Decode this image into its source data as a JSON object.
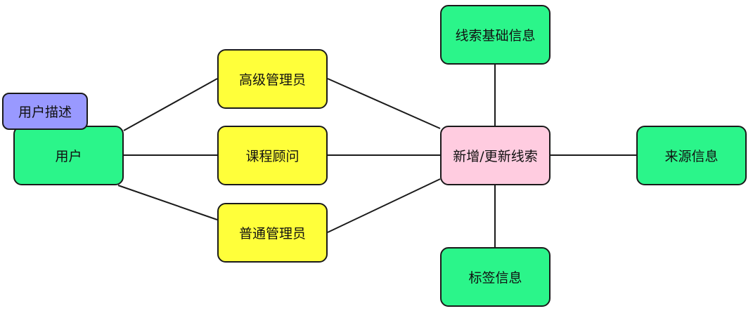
{
  "diagram": {
    "colors": {
      "user_fill": "#2bf58a",
      "role_fill": "#ffff3a",
      "center_fill": "#ffcce0",
      "info_fill": "#2bf58a",
      "tag_fill": "#9999ff",
      "stroke": "#1a1a1a"
    },
    "nodes": {
      "user": {
        "label": "用户"
      },
      "user_desc": {
        "label": "用户描述"
      },
      "senior_admin": {
        "label": "高级管理员"
      },
      "course_advisor": {
        "label": "课程顾问"
      },
      "normal_admin": {
        "label": "普通管理员"
      },
      "new_update_lead": {
        "label": "新增/更新线索"
      },
      "lead_basic_info": {
        "label": "线索基础信息"
      },
      "source_info": {
        "label": "来源信息"
      },
      "tag_info": {
        "label": "标签信息"
      }
    },
    "edges": [
      {
        "from": "user",
        "to": "senior_admin"
      },
      {
        "from": "user",
        "to": "course_advisor"
      },
      {
        "from": "user",
        "to": "normal_admin"
      },
      {
        "from": "senior_admin",
        "to": "new_update_lead"
      },
      {
        "from": "course_advisor",
        "to": "new_update_lead"
      },
      {
        "from": "normal_admin",
        "to": "new_update_lead"
      },
      {
        "from": "new_update_lead",
        "to": "lead_basic_info"
      },
      {
        "from": "new_update_lead",
        "to": "source_info"
      },
      {
        "from": "new_update_lead",
        "to": "tag_info"
      }
    ]
  }
}
